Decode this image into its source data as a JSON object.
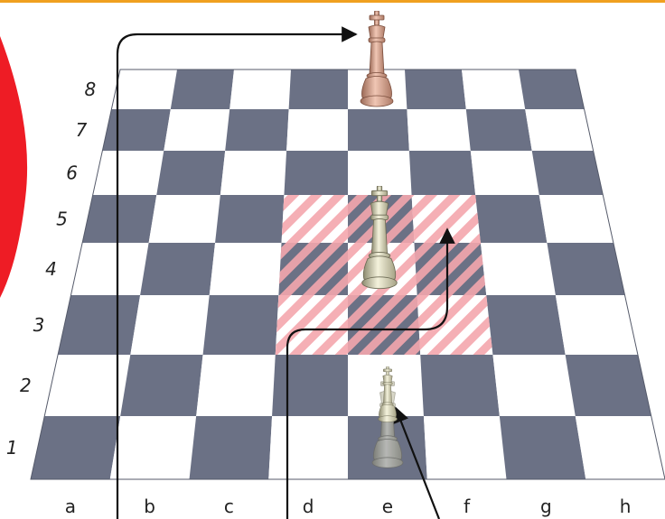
{
  "board": {
    "files": [
      "a",
      "b",
      "c",
      "d",
      "e",
      "f",
      "g",
      "h"
    ],
    "ranks": [
      "1",
      "2",
      "3",
      "4",
      "5",
      "6",
      "7",
      "8"
    ],
    "dark_square_color": "#6b7185",
    "light_square_color": "#ffffff",
    "highlight_color": "#f4a7ad"
  },
  "pieces": [
    {
      "name": "king",
      "color": "light",
      "square": "e4"
    },
    {
      "name": "king",
      "color": "light",
      "square": "e1"
    },
    {
      "name": "king",
      "color": "copper",
      "square": "e8"
    }
  ],
  "highlighted_squares": [
    "d3",
    "d4",
    "d5",
    "e3",
    "e4",
    "e5",
    "f3",
    "f4",
    "f5"
  ],
  "accent_red": "#ee1c25",
  "accent_orange": "#f0a020",
  "arrows": [
    {
      "from": "below-board",
      "to": "e1",
      "meaning": "pointer"
    },
    {
      "from": "below-board",
      "to": "f5",
      "meaning": "path"
    },
    {
      "from": "below-board",
      "to": "e8",
      "meaning": "path"
    }
  ]
}
